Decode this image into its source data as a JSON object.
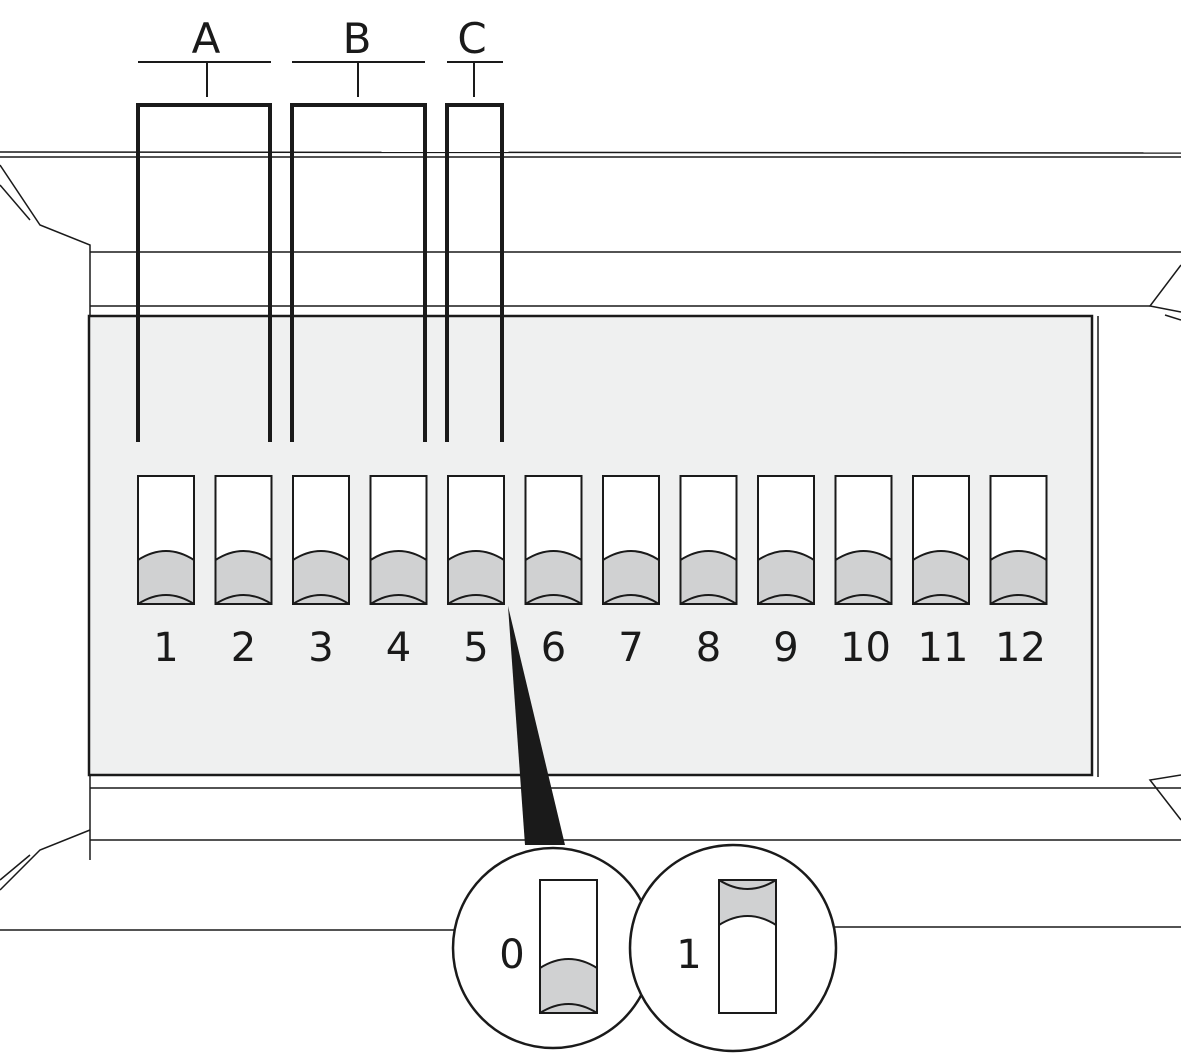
{
  "groups": [
    {
      "label": "A"
    },
    {
      "label": "B"
    },
    {
      "label": "C"
    }
  ],
  "switches": [
    {
      "label": "1",
      "position": "0"
    },
    {
      "label": "2",
      "position": "0"
    },
    {
      "label": "3",
      "position": "0"
    },
    {
      "label": "4",
      "position": "0"
    },
    {
      "label": "5",
      "position": "0"
    },
    {
      "label": "6",
      "position": "0"
    },
    {
      "label": "7",
      "position": "0"
    },
    {
      "label": "8",
      "position": "0"
    },
    {
      "label": "9",
      "position": "0"
    },
    {
      "label": "10",
      "position": "0"
    },
    {
      "label": "11",
      "position": "0"
    },
    {
      "label": "12",
      "position": "0"
    }
  ],
  "detail": {
    "state_off": "0",
    "state_on": "1"
  },
  "colors": {
    "panel_fill": "#eff0f0",
    "lever_fill": "#d0d1d2",
    "line": "#1a1a1a"
  }
}
